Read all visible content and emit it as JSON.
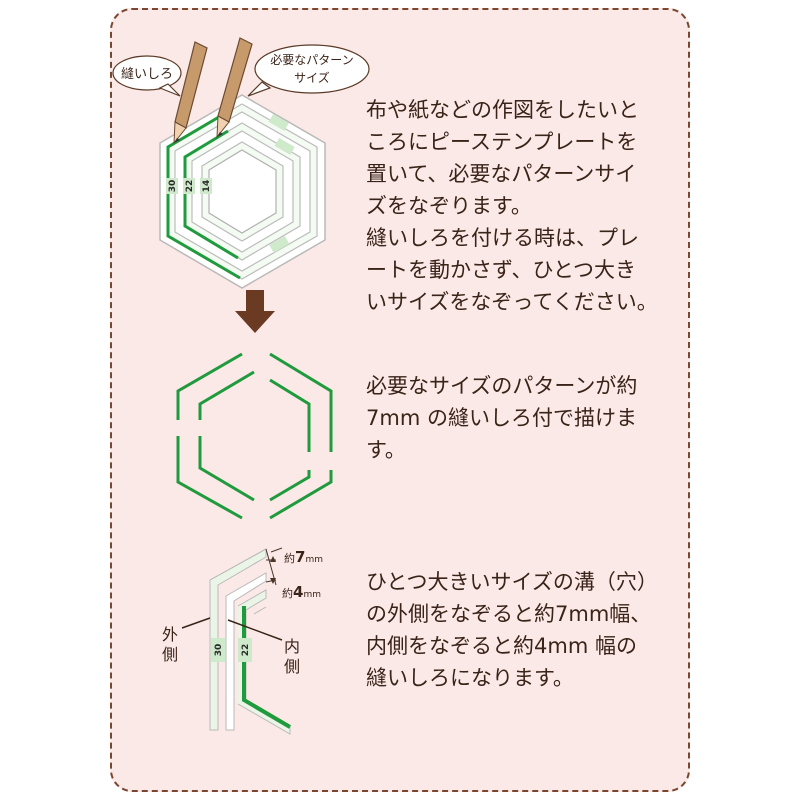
{
  "palette": {
    "card": "#fbe9e7",
    "border": "#7a4630",
    "green": "#1f9a3c",
    "arrow": "#6b3a22",
    "text": "#3a2318"
  },
  "step1": {
    "bubble_seam": "縫いしろ",
    "bubble_pattern_1": "必要なパターン",
    "bubble_pattern_2": "サイズ",
    "size_outer": "30",
    "size_middle": "22",
    "size_inner": "14",
    "lines": [
      "布や紙などの作図をしたいと",
      "ころにピーステンプレートを",
      "置いて、必要なパターンサイ",
      "ズをなぞります。",
      "縫いしろを付ける時は、プレ",
      "ートを動かさず、ひとつ大き",
      "いサイズをなぞってください。"
    ]
  },
  "step2": {
    "lines": [
      "必要なサイズのパターンが約",
      "7mm の縫いしろ付で描けま",
      "す。"
    ]
  },
  "step3": {
    "dim_7_pre": "約",
    "dim_7_num": "7",
    "dim_7_unit": "mm",
    "dim_4_pre": "約",
    "dim_4_num": "4",
    "dim_4_unit": "mm",
    "outer_label_1": "外",
    "outer_label_2": "側",
    "inner_label_1": "内",
    "inner_label_2": "側",
    "size_outer": "30",
    "size_inner": "22",
    "lines": [
      "ひとつ大きいサイズの溝（穴）",
      "の外側をなぞると約7mm幅、",
      "内側をなぞると約4mm 幅の",
      "縫いしろになります。"
    ]
  }
}
